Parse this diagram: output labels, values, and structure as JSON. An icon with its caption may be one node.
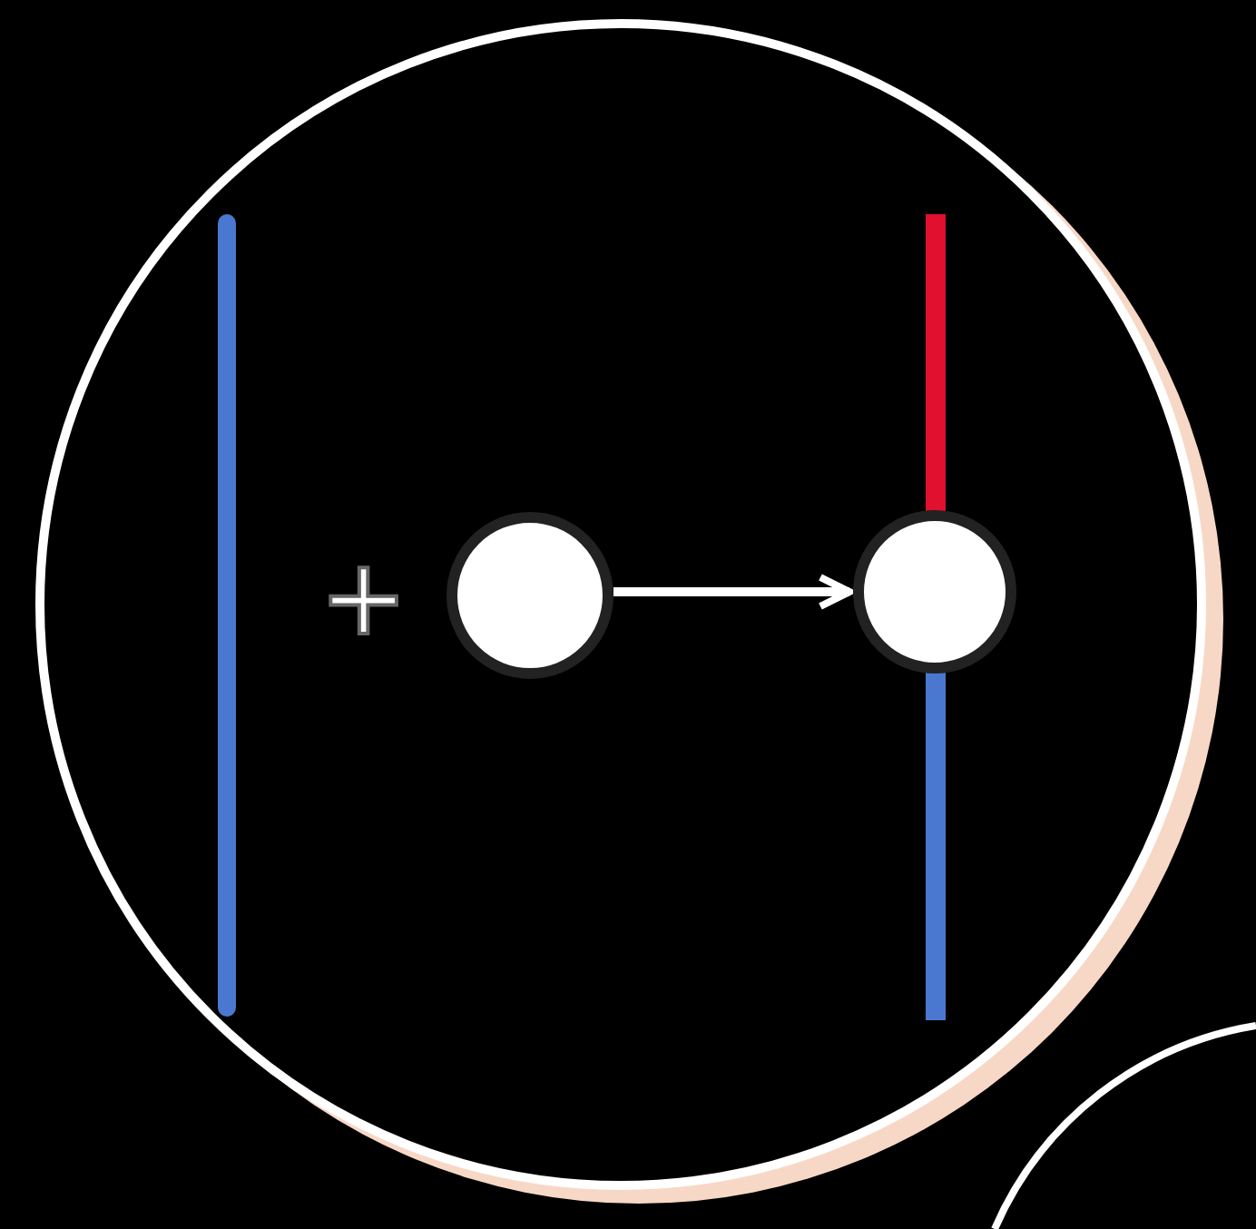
{
  "diagram": {
    "nodes": [
      {
        "text": [],
        "shape": "bar"
      },
      {
        "text": [],
        "shape": "circle"
      },
      {
        "text": [],
        "shape": "picture"
      }
    ],
    "edges": [
      {
        "from": 1,
        "to": 2,
        "arrow": "to"
      }
    ],
    "labels": [
      "+"
    ]
  }
}
